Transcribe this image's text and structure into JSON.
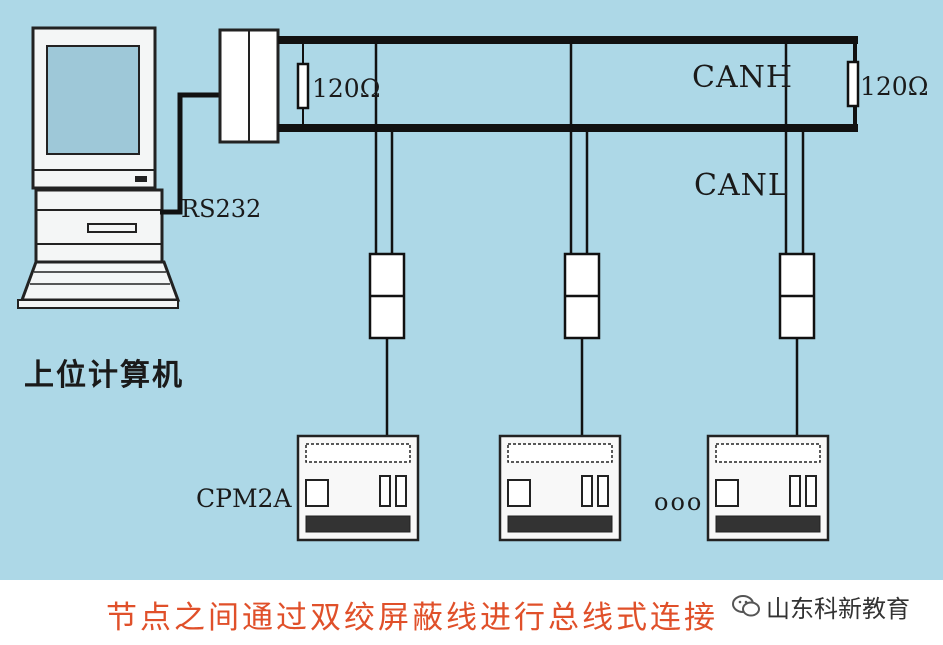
{
  "colors": {
    "background": "#add8e7",
    "line": "#111111",
    "caption_text": "#e0502a",
    "monitor_screen": "#9ec8d8"
  },
  "labels": {
    "canh": "CANH",
    "canl": "CANL",
    "resistor_left": "120Ω",
    "resistor_right": "120Ω",
    "rs232": "RS232",
    "host_computer": "上位计算机",
    "plc_model": "CPM2A",
    "ellipsis": "ooo"
  },
  "caption": {
    "text": "节点之间通过双绞屏蔽线进行总线式连接"
  },
  "watermark": {
    "text": "山东科新教育",
    "icon": "wechat-icon"
  }
}
